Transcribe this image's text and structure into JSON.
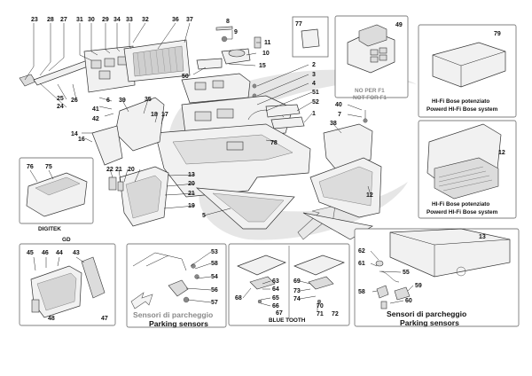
{
  "labels": {
    "n23": "23",
    "n28": "28",
    "n27": "27",
    "n31": "31",
    "n30": "30",
    "n29": "29",
    "n34": "34",
    "n33": "33",
    "n32": "32",
    "n36": "36",
    "n37": "37",
    "n8": "8",
    "n9": "9",
    "n11": "11",
    "n10": "10",
    "n15": "15",
    "n50": "50",
    "n25": "25",
    "n24": "24",
    "n26": "26",
    "n41": "41",
    "n6": "6",
    "n39": "39",
    "n35": "35",
    "n42": "42",
    "n18": "18",
    "n17": "17",
    "n14": "14",
    "n16": "16",
    "n2": "2",
    "n3": "3",
    "n4": "4",
    "n51": "51",
    "n52": "52",
    "n1": "1",
    "n78": "78",
    "n77": "77",
    "n49": "49",
    "n79": "79",
    "n40": "40",
    "n7": "7",
    "n38": "38",
    "n12a": "12",
    "n12b": "12",
    "n76": "76",
    "n75": "75",
    "n22": "22",
    "n21a": "21",
    "n20a": "20",
    "n13a": "13",
    "n20b": "20",
    "n21b": "21",
    "n19": "19",
    "n5": "5",
    "n45": "45",
    "n46": "46",
    "n44": "44",
    "n43": "43",
    "n48": "48",
    "n47": "47",
    "n53": "53",
    "n58a": "58",
    "n54": "54",
    "n56": "56",
    "n57": "57",
    "n68": "68",
    "n63": "63",
    "n64": "64",
    "n65": "65",
    "n66": "66",
    "n67": "67",
    "n69": "69",
    "n73": "73",
    "n74": "74",
    "n70": "70",
    "n71": "71",
    "n72": "72",
    "n13b": "13",
    "n62": "62",
    "n61": "61",
    "n55": "55",
    "n59": "59",
    "n58b": "58",
    "n60": "60"
  },
  "captions": {
    "no_f1_it": "NO PER F1",
    "no_f1_en": "NOT FOR F1",
    "bose_it_1": "HI-Fi Bose potenziato",
    "bose_en_1": "Powerd HI-Fi Bose system",
    "bose_it_2": "HI-Fi Bose potenziato",
    "bose_en_2": "Powerd HI-Fi Bose system",
    "digitek": "DIGITEK",
    "gd": "GD",
    "parking_it_1": "Sensori di parcheggio",
    "parking_en_1": "Parking sensors",
    "bluetooth": "BLUE TOOTH",
    "parking_it_2": "Sensori di parcheggio",
    "parking_en_2": "Parking sensors"
  },
  "colors": {
    "watermark": "#e3e3e3",
    "line": "#222222",
    "part_fill": "#f1f1f1"
  }
}
